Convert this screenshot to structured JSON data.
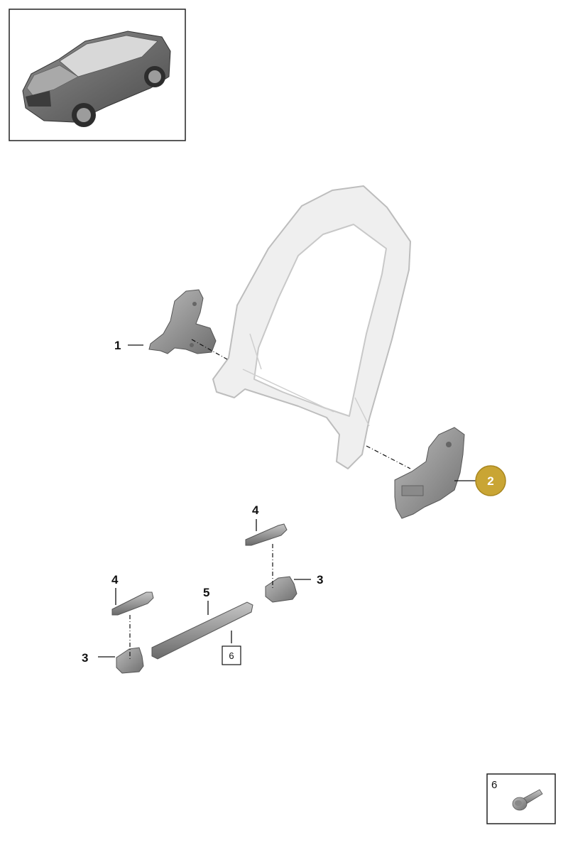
{
  "callouts": {
    "c1": "1",
    "c2": "2",
    "c3a": "3",
    "c3b": "3",
    "c4a": "4",
    "c4b": "4",
    "c5": "5",
    "ref6": "6"
  },
  "inset": {
    "label": "6"
  },
  "colors": {
    "highlight": "#c9a534",
    "highlight_stroke": "#a8861f",
    "part_gray": "#9a9a9a",
    "frame_light": "#ececec",
    "outline": "#222222"
  },
  "icons": {
    "vehicle": "suv-vehicle-icon",
    "bolt": "bolt-icon"
  }
}
